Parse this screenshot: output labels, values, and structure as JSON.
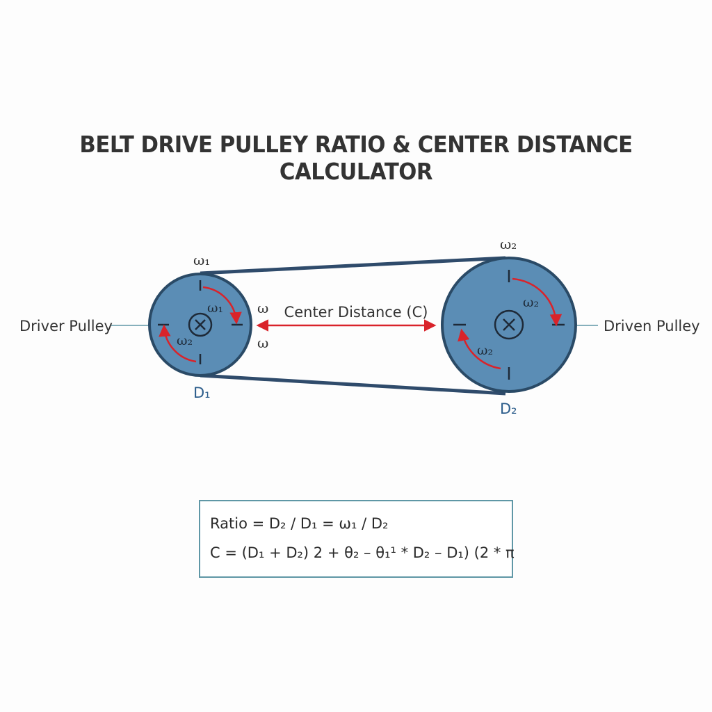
{
  "title": "BELT DRIVE PULLEY RATIO & CENTER DISTANCE CALCULATOR",
  "labels": {
    "driver_pulley": "Driver Pulley",
    "driven_pulley": "Driven Pulley",
    "center_distance": "Center Distance (C)",
    "d1": "D₁",
    "d2": "D₂",
    "omega1_top": "ω₁",
    "omega2_top": "ω₂",
    "omega1_inner": "ω₁",
    "omega2_inner_left": "ω₂",
    "omega_right_upper": "ω",
    "omega_right_lower": "ω",
    "omega2_inner_right_top": "ω₂",
    "omega2_inner_right_bottom": "ω₂"
  },
  "formulas": {
    "ratio": "Ratio = D₂ / D₁ = ω₁ / D₂",
    "center": "C = (D₁ + D₂) 2 + θ₂ – θ₁¹ * D₂ – D₁) (2 * π"
  },
  "colors": {
    "pulley_fill": "#5b8db5",
    "pulley_stroke": "#2a4a66",
    "belt": "#2f4b6b",
    "arrow": "#d9232a",
    "formula_border": "#5f97a6"
  }
}
